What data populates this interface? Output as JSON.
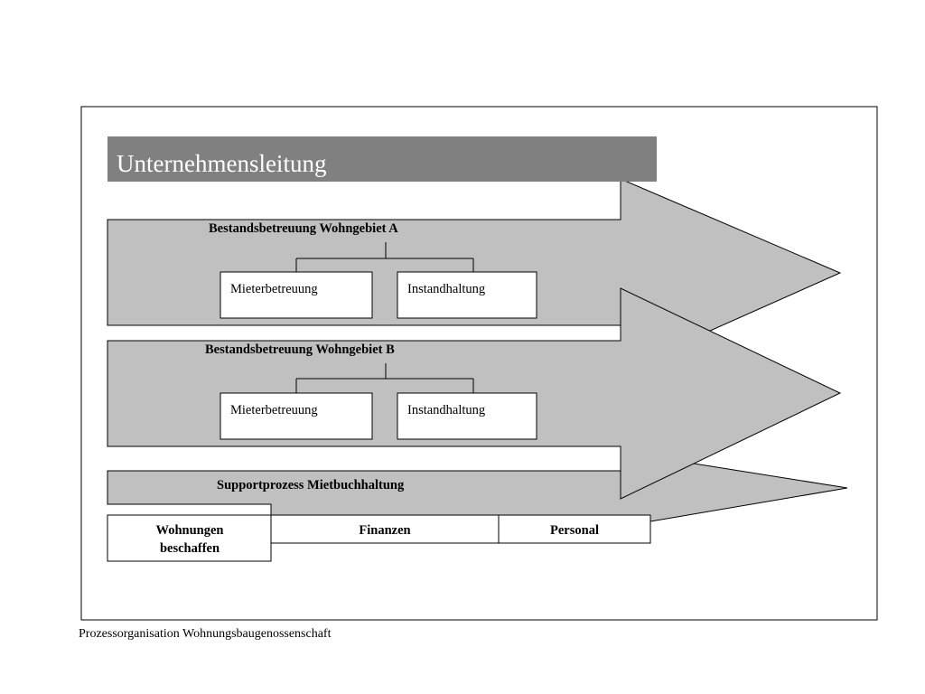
{
  "header": {
    "title": "Unternehmensleitung"
  },
  "areas": [
    {
      "title": "Bestandsbetreuung Wohngebiet A",
      "units": [
        "Mieterbetreuung",
        "Instandhaltung"
      ]
    },
    {
      "title": "Bestandsbetreuung Wohngebiet B",
      "units": [
        "Mieterbetreuung",
        "Instandhaltung"
      ]
    }
  ],
  "support": {
    "title": "Supportprozess Mietbuchhaltung",
    "boxes": [
      {
        "line1": "Wohnungen",
        "line2": "beschaffen"
      },
      {
        "line1": "Finanzen"
      },
      {
        "line1": "Personal"
      }
    ]
  },
  "footer": {
    "caption": "Prozessorganisation Wohnungsbaugenossenschaft"
  },
  "colors": {
    "header_bar": "#808080",
    "process_fill": "#c0c0c0",
    "stroke": "#000000"
  }
}
